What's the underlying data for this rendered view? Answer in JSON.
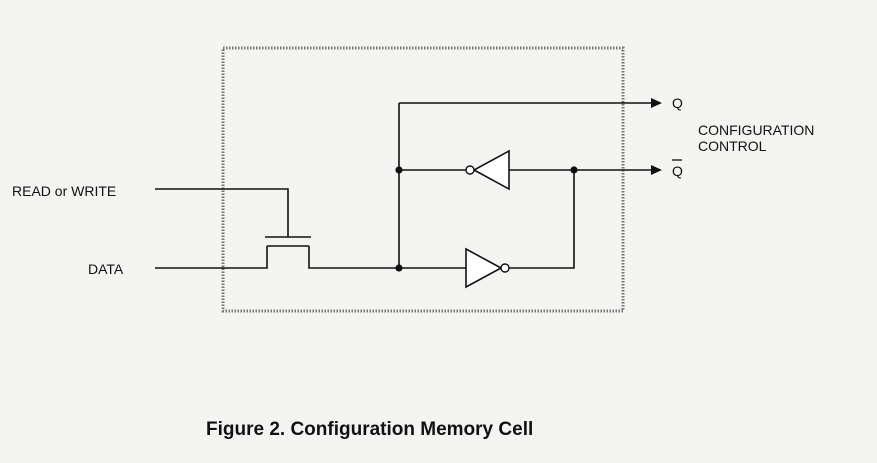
{
  "inputs": {
    "read_write": "READ or WRITE",
    "data": "DATA"
  },
  "outputs": {
    "q": "Q",
    "q_bar": "Q",
    "group_label_line1": "CONFIGURATION",
    "group_label_line2": "CONTROL"
  },
  "caption": "Figure 2.  Configuration Memory Cell"
}
